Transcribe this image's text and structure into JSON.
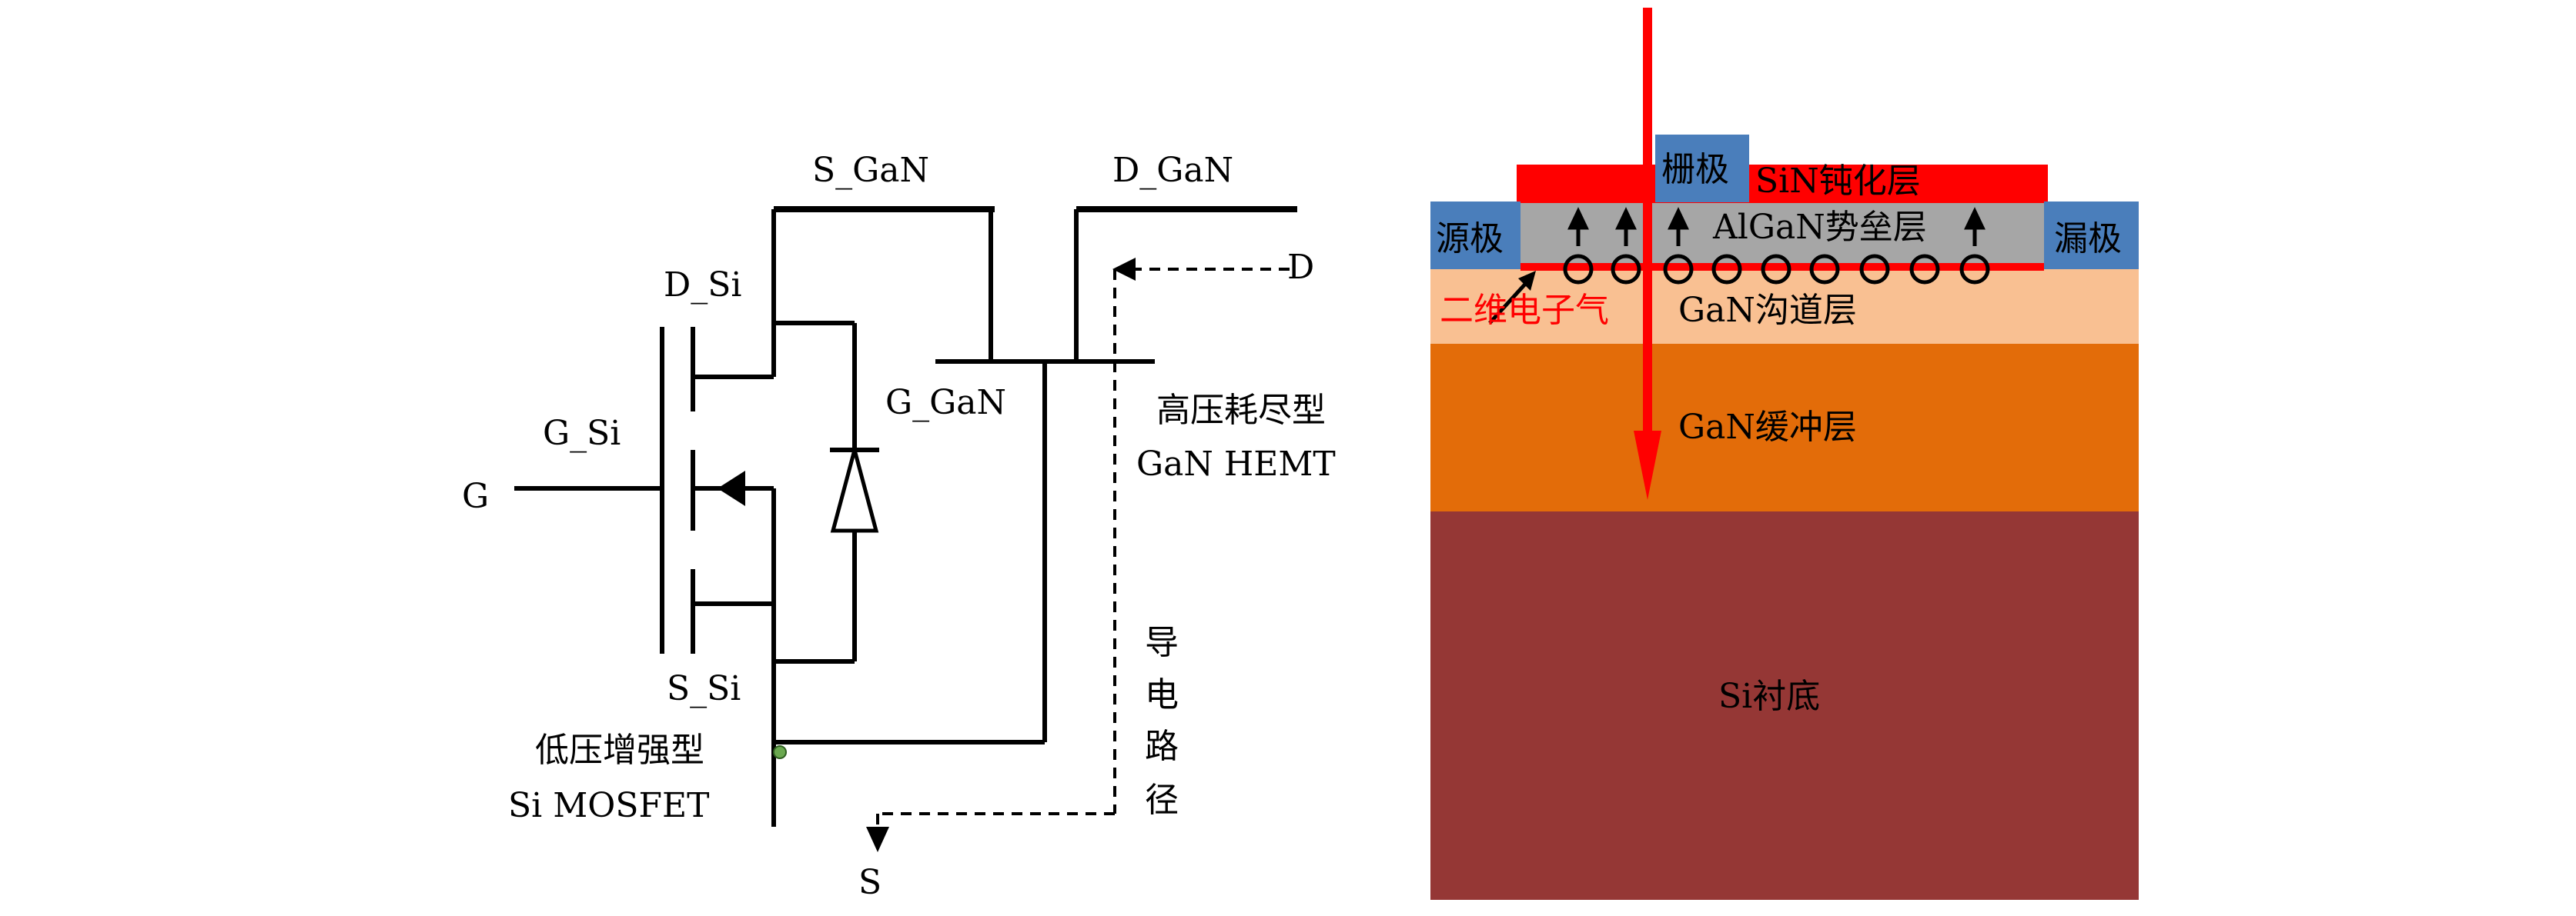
{
  "circuit": {
    "terminal_g": "G",
    "terminal_d": "D",
    "terminal_s": "S",
    "gate_si": "G_Si",
    "drain_si": "D_Si",
    "source_si": "S_Si",
    "source_gan": "S_GaN",
    "drain_gan": "D_GaN",
    "gate_gan": "G_GaN",
    "hemt_label_line1": "高压耗尽型",
    "hemt_label_line2": "GaN HEMT",
    "mosfet_label_line1": "低压增强型",
    "mosfet_label_line2": "Si MOSFET",
    "path_label_chars": [
      "导",
      "电",
      "路",
      "径"
    ]
  },
  "device": {
    "passivation": "SiN钝化层",
    "gate": "栅极",
    "source": "源极",
    "drain": "漏极",
    "barrier": "AlGaN势垒层",
    "channel": "GaN沟道层",
    "two_deg": "二维电子气",
    "buffer": "GaN缓冲层",
    "substrate": "Si衬底"
  },
  "colors": {
    "passivation": "#ff0000",
    "electrode": "#4a7ebb",
    "barrier": "#a6a6a6",
    "channel": "#f9c092",
    "buffer": "#e36c09",
    "substrate": "#953735",
    "arrow": "#ff0000",
    "node": "#6aa84f"
  }
}
